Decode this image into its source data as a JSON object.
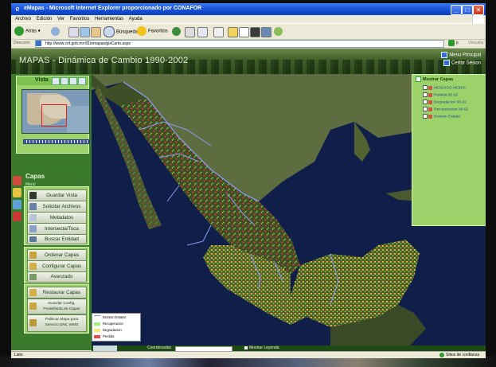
{
  "browser": {
    "title": "eMapas - Microsoft Internet Explorer proporcionado por CONAFOR",
    "menu": [
      "Archivo",
      "Edición",
      "Ver",
      "Favoritos",
      "Herramientas",
      "Ayuda"
    ],
    "toolbar": {
      "back": "Atrás",
      "search": "Búsqueda",
      "favorites": "Favoritos"
    },
    "address_label": "Dirección",
    "url": "http://www.cnf.gob.mx:81/emapas/gisCarto.aspx",
    "go": "Ir",
    "links": "Vínculos",
    "status_left": "Listo",
    "status_right": "Sitios de confianza"
  },
  "app": {
    "title": "MAPAS - Dinámica de Cambio 1990-2002",
    "header_links": [
      "Menu Principal",
      "Cerrar Sesion"
    ],
    "view_panel": {
      "title": "Vista"
    },
    "capas_panel": {
      "title": "Capas",
      "subtitle": "Menú"
    },
    "menu_group1": [
      "Guardar Vista",
      "Solicitar Archivos",
      "Metadatos",
      "Intersecta/Toca",
      "Buscar Entidad"
    ],
    "menu_group2": [
      "Ordenar Capas",
      "Configurar Capas",
      "Avanzado"
    ],
    "menu_group3": [
      "Restaurar Capas",
      "Guardar Config. Predefinida de Capas",
      "Publicar Mapa para Servicio DNC WMS"
    ],
    "layers_panel": {
      "title": "Mostrar Capas",
      "items": [
        "MOSAICO MODIS",
        "Perdida 90-02",
        "Degradacion 90-02",
        "Recuperacion 90-02",
        "Division Estatal"
      ]
    },
    "legend": {
      "items": [
        {
          "label": "Division Estatal",
          "color": "#7a90e8"
        },
        {
          "label": "Recuperacion",
          "color": "#9ef27a"
        },
        {
          "label": "Degradacion",
          "color": "#f2ec6a"
        },
        {
          "label": "Perdida",
          "color": "#e94a4a"
        }
      ]
    },
    "map_bar": {
      "coords_label": "Coordenadas",
      "legend_toggle": "Mostrar Leyenda"
    }
  },
  "colors": {
    "app_green": "#3b7a2c",
    "panel_green": "#9bd36a",
    "xp_blue": "#1b55d8"
  }
}
